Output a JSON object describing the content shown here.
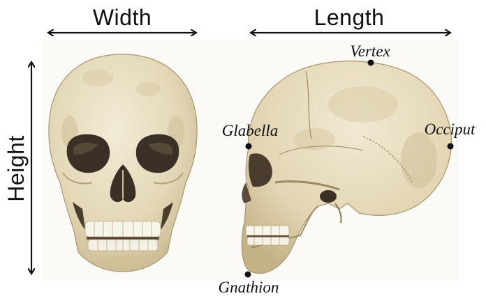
{
  "labels": {
    "width": "Width",
    "length": "Length",
    "height": "Height"
  },
  "landmarks": {
    "vertex": "Vertex",
    "glabella": "Glabella",
    "occiput": "Occiput",
    "gnathion": "Gnathion"
  },
  "colors": {
    "bone": "#e9e0c6",
    "bone_shadow": "#b9ab88",
    "teeth": "#f7f4ea",
    "cavity": "#3b3026",
    "ink": "#111111"
  }
}
